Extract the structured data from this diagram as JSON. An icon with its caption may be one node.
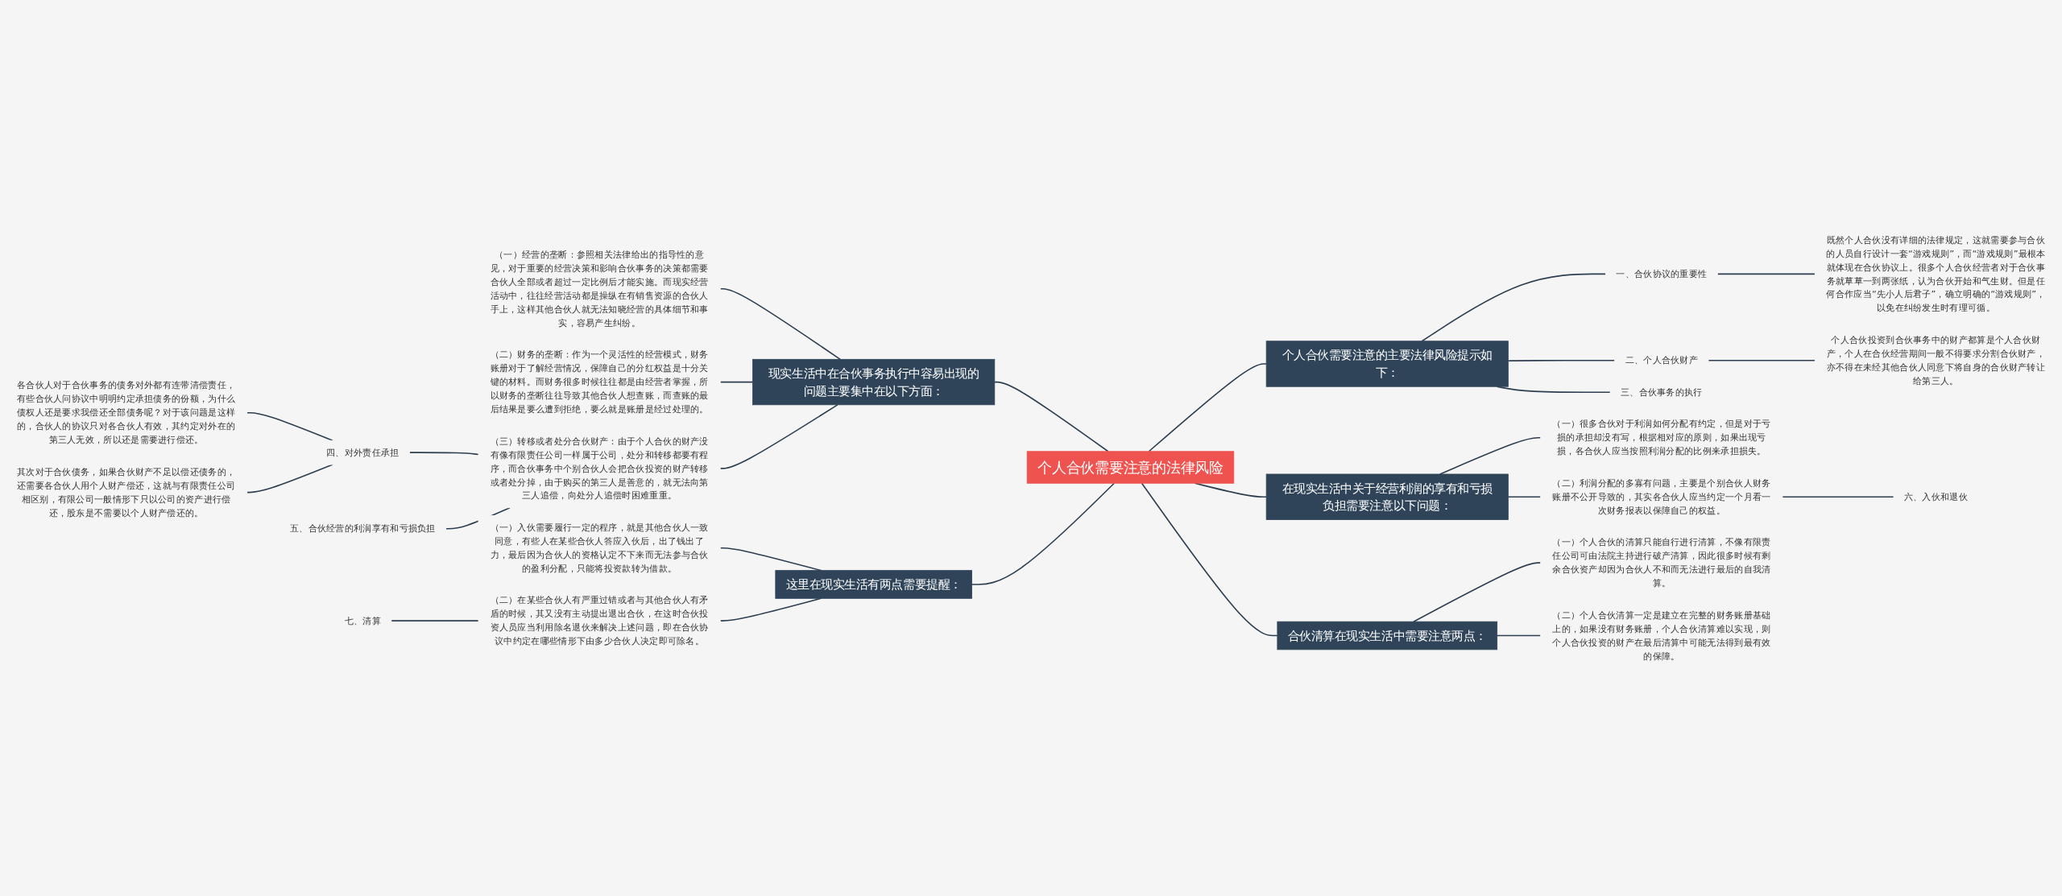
{
  "diagram": {
    "nodes": [
      {
        "text": [
          "个人合伙需要注意的法律风险"
        ]
      },
      {
        "text": [
          "个人合伙需要注意的主要法律风险提示如下："
        ]
      },
      {
        "text": [
          "一、合伙协议的重要性"
        ]
      },
      {
        "text": [
          "既然个人合伙没有详细的法律规定，这就需要参与合伙的人员自行设计一套“游戏规则”，而“游戏规则”最根本就体现在合伙协议上。很多个人合伙经营者对于合伙事务就草草一到两张纸，认为合伙开始和气生财。但是任何合作应当“先小人后君子”，确立明确的“游戏规则”，以免在纠纷发生时有理可循。"
        ]
      },
      {
        "text": [
          "二、个人合伙财产"
        ]
      },
      {
        "text": [
          "个人合伙投资到合伙事务中的财产都算是个人合伙财产，个人在合伙经营期间一般不得要求分割合伙财产，亦不得在未经其他合伙人同意下将自身的合伙财产转让给第三人。"
        ]
      },
      {
        "text": [
          "三、合伙事务的执行"
        ]
      },
      {
        "text": [
          "在现实生活中关于经营利润的享有和亏损负担需要注意以下问题："
        ]
      },
      {
        "text": [
          "（一）很多合伙对于利润如何分配有约定，但是对于亏损的承担却没有写，根据相对应的原则，如果出现亏损，各合伙人应当按照利润分配的比例来承担损失。"
        ]
      },
      {
        "text": [
          "（二）利润分配的多寡有问题，主要是个别合伙人财务账册不公开导致的，其实各合伙人应当约定一个月看一次财务报表以保障自己的权益。"
        ]
      },
      {
        "text": [
          "六、入伙和退伙"
        ]
      },
      {
        "text": [
          "合伙清算在现实生活中需要注意两点："
        ]
      },
      {
        "text": [
          "（一）个人合伙的清算只能自行进行清算，不像有限责任公司可由法院主持进行破产清算，因此很多时候有剩余合伙资产却因为合伙人不和而无法进行最后的自我清算。"
        ]
      },
      {
        "text": [
          "（二）个人合伙清算一定是建立在完整的财务账册基础上的，如果没有财务账册，个人合伙清算难以实现，则个人合伙投资的财产在最后清算中可能无法得到最有效的保障。"
        ]
      },
      {
        "text": [
          "现实生活中在合伙事务执行中容易出现的问题主要集中在以下方面："
        ]
      },
      {
        "text": [
          "（一）经营的垄断：参照相关法律给出的指导性的意见，对于重要的经营决策和影响合伙事务的决策都需要合伙人全部或者超过一定比例后才能实施。而现实经营活动中，往往经营活动都是操纵在有销售资源的合伙人手上，这样其他合伙人就无法知晓经营的具体细节和事实，容易产生纠纷。"
        ]
      },
      {
        "text": [
          "（二）财务的垄断：作为一个灵活性的经营模式，财务账册对于了解经营情况，保障自己的分红权益是十分关键的材料。而财务很多时候往往都是由经营者掌握，所以财务的垄断往往导致其他合伙人想查账，而查账的最后结果是要么遭到拒绝，要么就是账册是经过处理的。"
        ]
      },
      {
        "text": [
          "（三）转移或者处分合伙财产：由于个人合伙的财产没有像有限责任公司一样属于公司，处分和转移都要有程序，而合伙事务中个别合伙人会把合伙投资的财产转移或者处分掉，由于购买的第三人是善意的，就无法向第三人追偿，向处分人追偿时困难重重。"
        ]
      },
      {
        "text": [
          "四、对外责任承担"
        ]
      },
      {
        "text": [
          "各合伙人对于合伙事务的债务对外都有连带清偿责任，有些合伙人问协议中明明约定承担债务的份额，为什么债权人还是要求我偿还全部债务呢？对于该问题是这样的，合伙人的协议只对各合伙人有效，其约定对外在的第三人无效，所以还是需要进行偿还。"
        ]
      },
      {
        "text": [
          "其次对于合伙债务，如果合伙财产不足以偿还债务的，还需要各合伙人用个人财产偿还，这就与有限责任公司相区别，有限公司一般情形下只以公司的资产进行偿还，股东是不需要以个人财产偿还的。"
        ]
      },
      {
        "text": [
          "五、合伙经营的利润享有和亏损负担"
        ]
      },
      {
        "text": [
          "这里在现实生活有两点需要提醒："
        ]
      },
      {
        "text": [
          "（一）入伙需要履行一定的程序，就是其他合伙人一致同意，有些人在某些合伙人答应入伙后，出了钱出了力，最后因为合伙人的资格认定不下来而无法参与合伙的盈利分配，只能将投资款转为借款。"
        ]
      },
      {
        "text": [
          "（二）在某些合伙人有严重过错或者与其他合伙人有矛盾的时候，其又没有主动提出退出合伙，在这时合伙投资人员应当利用除名退伙来解决上述问题，即在合伙协议中约定在哪些情形下由多少合伙人决定即可除名。"
        ]
      },
      {
        "text": [
          "七、清算"
        ]
      }
    ],
    "edges": [
      {
        "from": 0,
        "to": 1,
        "arrow": "none"
      },
      {
        "from": 1,
        "to": 2,
        "arrow": "none"
      },
      {
        "from": 2,
        "to": 3,
        "arrow": "none"
      },
      {
        "from": 1,
        "to": 4,
        "arrow": "none"
      },
      {
        "from": 4,
        "to": 5,
        "arrow": "none"
      },
      {
        "from": 1,
        "to": 6,
        "arrow": "none"
      },
      {
        "from": 0,
        "to": 7,
        "arrow": "none"
      },
      {
        "from": 7,
        "to": 8,
        "arrow": "none"
      },
      {
        "from": 7,
        "to": 9,
        "arrow": "none"
      },
      {
        "from": 9,
        "to": 10,
        "arrow": "none"
      },
      {
        "from": 0,
        "to": 11,
        "arrow": "none"
      },
      {
        "from": 11,
        "to": 12,
        "arrow": "none"
      },
      {
        "from": 11,
        "to": 13,
        "arrow": "none"
      },
      {
        "from": 14,
        "to": 0,
        "arrow": "none"
      },
      {
        "from": 15,
        "to": 14,
        "arrow": "none"
      },
      {
        "from": 16,
        "to": 14,
        "arrow": "none"
      },
      {
        "from": 17,
        "to": 14,
        "arrow": "none"
      },
      {
        "from": 18,
        "to": 17,
        "arrow": "none"
      },
      {
        "from": 19,
        "to": 18,
        "arrow": "none"
      },
      {
        "from": 20,
        "to": 18,
        "arrow": "none"
      },
      {
        "from": 21,
        "to": 17,
        "arrow": "none"
      },
      {
        "from": 22,
        "to": 0,
        "arrow": "none"
      },
      {
        "from": 23,
        "to": 22,
        "arrow": "none"
      },
      {
        "from": 24,
        "to": 22,
        "arrow": "none"
      },
      {
        "from": 25,
        "to": 24,
        "arrow": "none"
      }
    ]
  }
}
